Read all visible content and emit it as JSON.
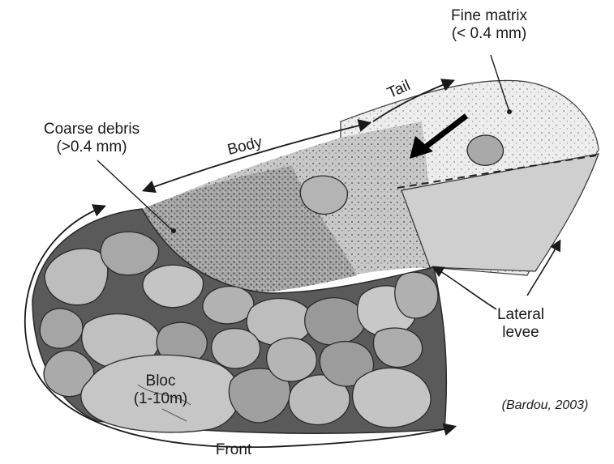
{
  "labels": {
    "fine_matrix_title": "Fine matrix",
    "fine_matrix_size": "(< 0.4 mm)",
    "coarse_debris_title": "Coarse debris",
    "coarse_debris_size": "(>0.4 mm)",
    "tail": "Tail",
    "body": "Body",
    "lateral_levee_line1": "Lateral",
    "lateral_levee_line2": "levee",
    "bloc_title": "Bloc",
    "bloc_size": "(1-10m)",
    "front": "Front",
    "citation": "(Bardou, 2003)"
  },
  "colors": {
    "ink": "#1a1a1a",
    "boulder_fill": "#bdbdbd",
    "boulder_dark": "#8e8e8e",
    "matrix_fine": "#e6e6e6",
    "matrix_coarse": "#9a9a9a",
    "background": "#ffffff"
  }
}
